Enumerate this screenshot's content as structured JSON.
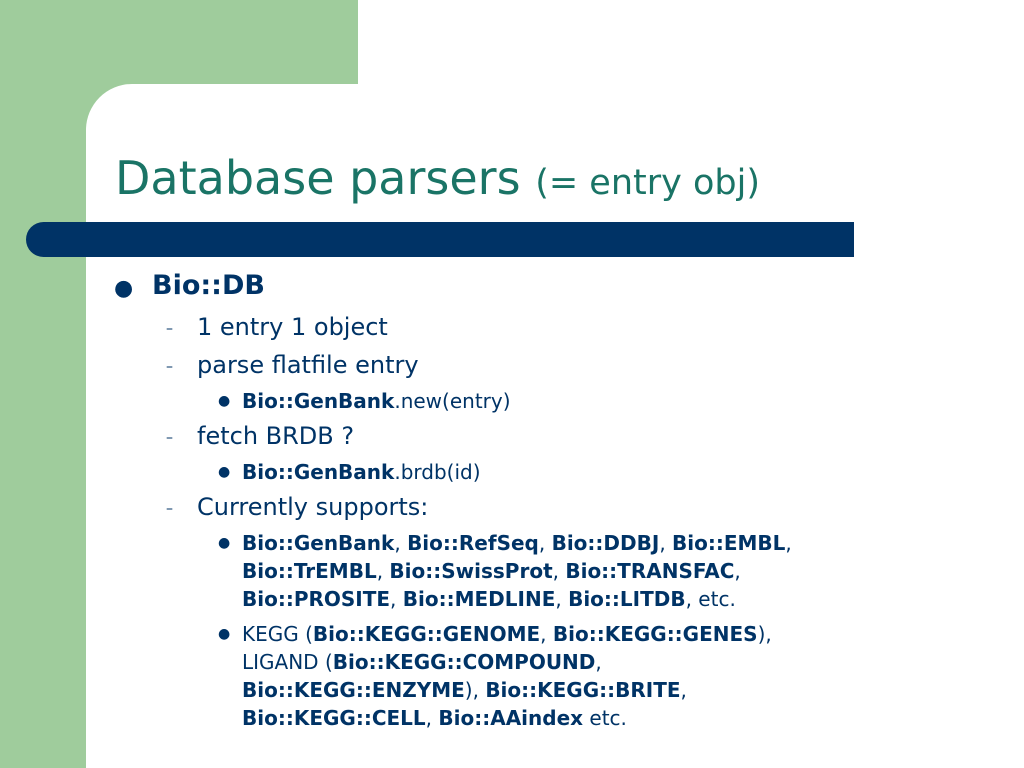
{
  "slide": {
    "title_main": "Database parsers",
    "title_paren": "(= entry obj)",
    "bullet1": "Bio::DB",
    "sub": {
      "item1": "1 entry 1 object",
      "item2": "parse flatfile entry",
      "item2_sub_bold": "Bio::GenBank",
      "item2_sub_rest": ".new(entry)",
      "item3": "fetch BRDB ?",
      "item3_sub_bold": "Bio::GenBank",
      "item3_sub_rest": ".brdb(id)",
      "item4": "Currently supports:"
    },
    "supports1": {
      "a": "Bio::GenBank",
      "s1": ", ",
      "b": "Bio::RefSeq",
      "s2": ", ",
      "c": "Bio::DDBJ",
      "s3": ", ",
      "d": "Bio::EMBL",
      "s4": ",",
      "e": "Bio::TrEMBL",
      "s5": ", ",
      "f": "Bio::SwissProt",
      "s6": ", ",
      "g": "Bio::TRANSFAC",
      "s7": ",",
      "h": "Bio::PROSITE",
      "s8": ", ",
      "i": "Bio::MEDLINE",
      "s9": ", ",
      "j": "Bio::LITDB",
      "s10": ", etc."
    },
    "supports2": {
      "t1": "KEGG (",
      "a": "Bio::KEGG::GENOME",
      "s1": ", ",
      "b": "Bio::KEGG::GENES",
      "s2": "),",
      "t2": "LIGAND (",
      "c": "Bio::KEGG::COMPOUND",
      "s3": ",",
      "d": "Bio::KEGG::ENZYME",
      "s4": "), ",
      "e": "Bio::KEGG::BRITE",
      "s5": ",",
      "f": "Bio::KEGG::CELL",
      "s6": ", ",
      "g": "Bio::AAindex",
      "s7": " etc."
    }
  }
}
